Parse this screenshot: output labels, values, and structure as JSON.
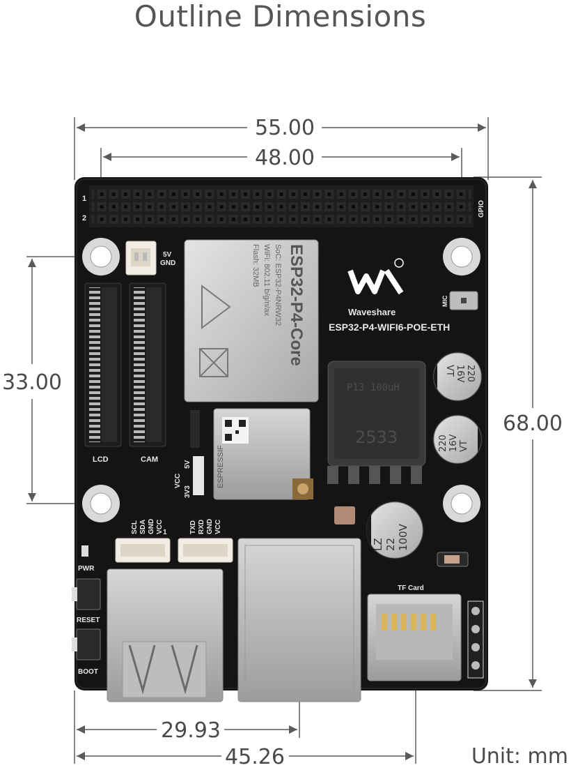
{
  "title": "Outline Dimensions",
  "unit": "Unit: mm",
  "dimensions": {
    "overall_width": "55.00",
    "header_width": "48.00",
    "overall_height": "68.00",
    "hole_spacing": "33.00",
    "usb_offset": "29.93",
    "rj45_offset": "45.26"
  },
  "board": {
    "brand": "Waveshare",
    "model": "ESP32-P4-WIFI6-POE-ETH",
    "module_title": "ESP32-P4-Core",
    "module_soc": "SoC: ESP32-P4NRW32",
    "module_wifi": "WiFi: 802.11 b/g/n/ax",
    "module_flash": "Flash: 32MB",
    "wifi_module_brand": "ESPRESSIF",
    "inductor_label": "2533",
    "inductor_top": "P13 100uH",
    "cap1": [
      "220",
      "16V",
      "VT"
    ],
    "cap2": [
      "220",
      "16V",
      "VT"
    ],
    "cap3": [
      "LZ",
      "22",
      "100V"
    ],
    "labels": {
      "gpio": "GPIO",
      "pin1": "1",
      "pin2": "2",
      "fan_5v": "5V",
      "fan_gnd": "GND",
      "mic": "MIC",
      "lcd": "LCD",
      "cam": "CAM",
      "vcc": "VCC",
      "v33": "3V3",
      "v5": "5V",
      "scl": "SCL",
      "sda": "SDA",
      "gnd": "GND",
      "vcc2": "VCC",
      "txd": "TXD",
      "rxd": "RXD",
      "gnd2": "GND",
      "vcc3": "VCC",
      "one": "1",
      "pwr": "PWR",
      "reset": "RESET",
      "boot": "BOOT",
      "tf": "TF Card"
    }
  },
  "colors": {
    "board": "#141414",
    "dimension_line": "#5a5a5a",
    "silkscreen": "#e8e8e8",
    "metal": "#c8c8c8"
  }
}
